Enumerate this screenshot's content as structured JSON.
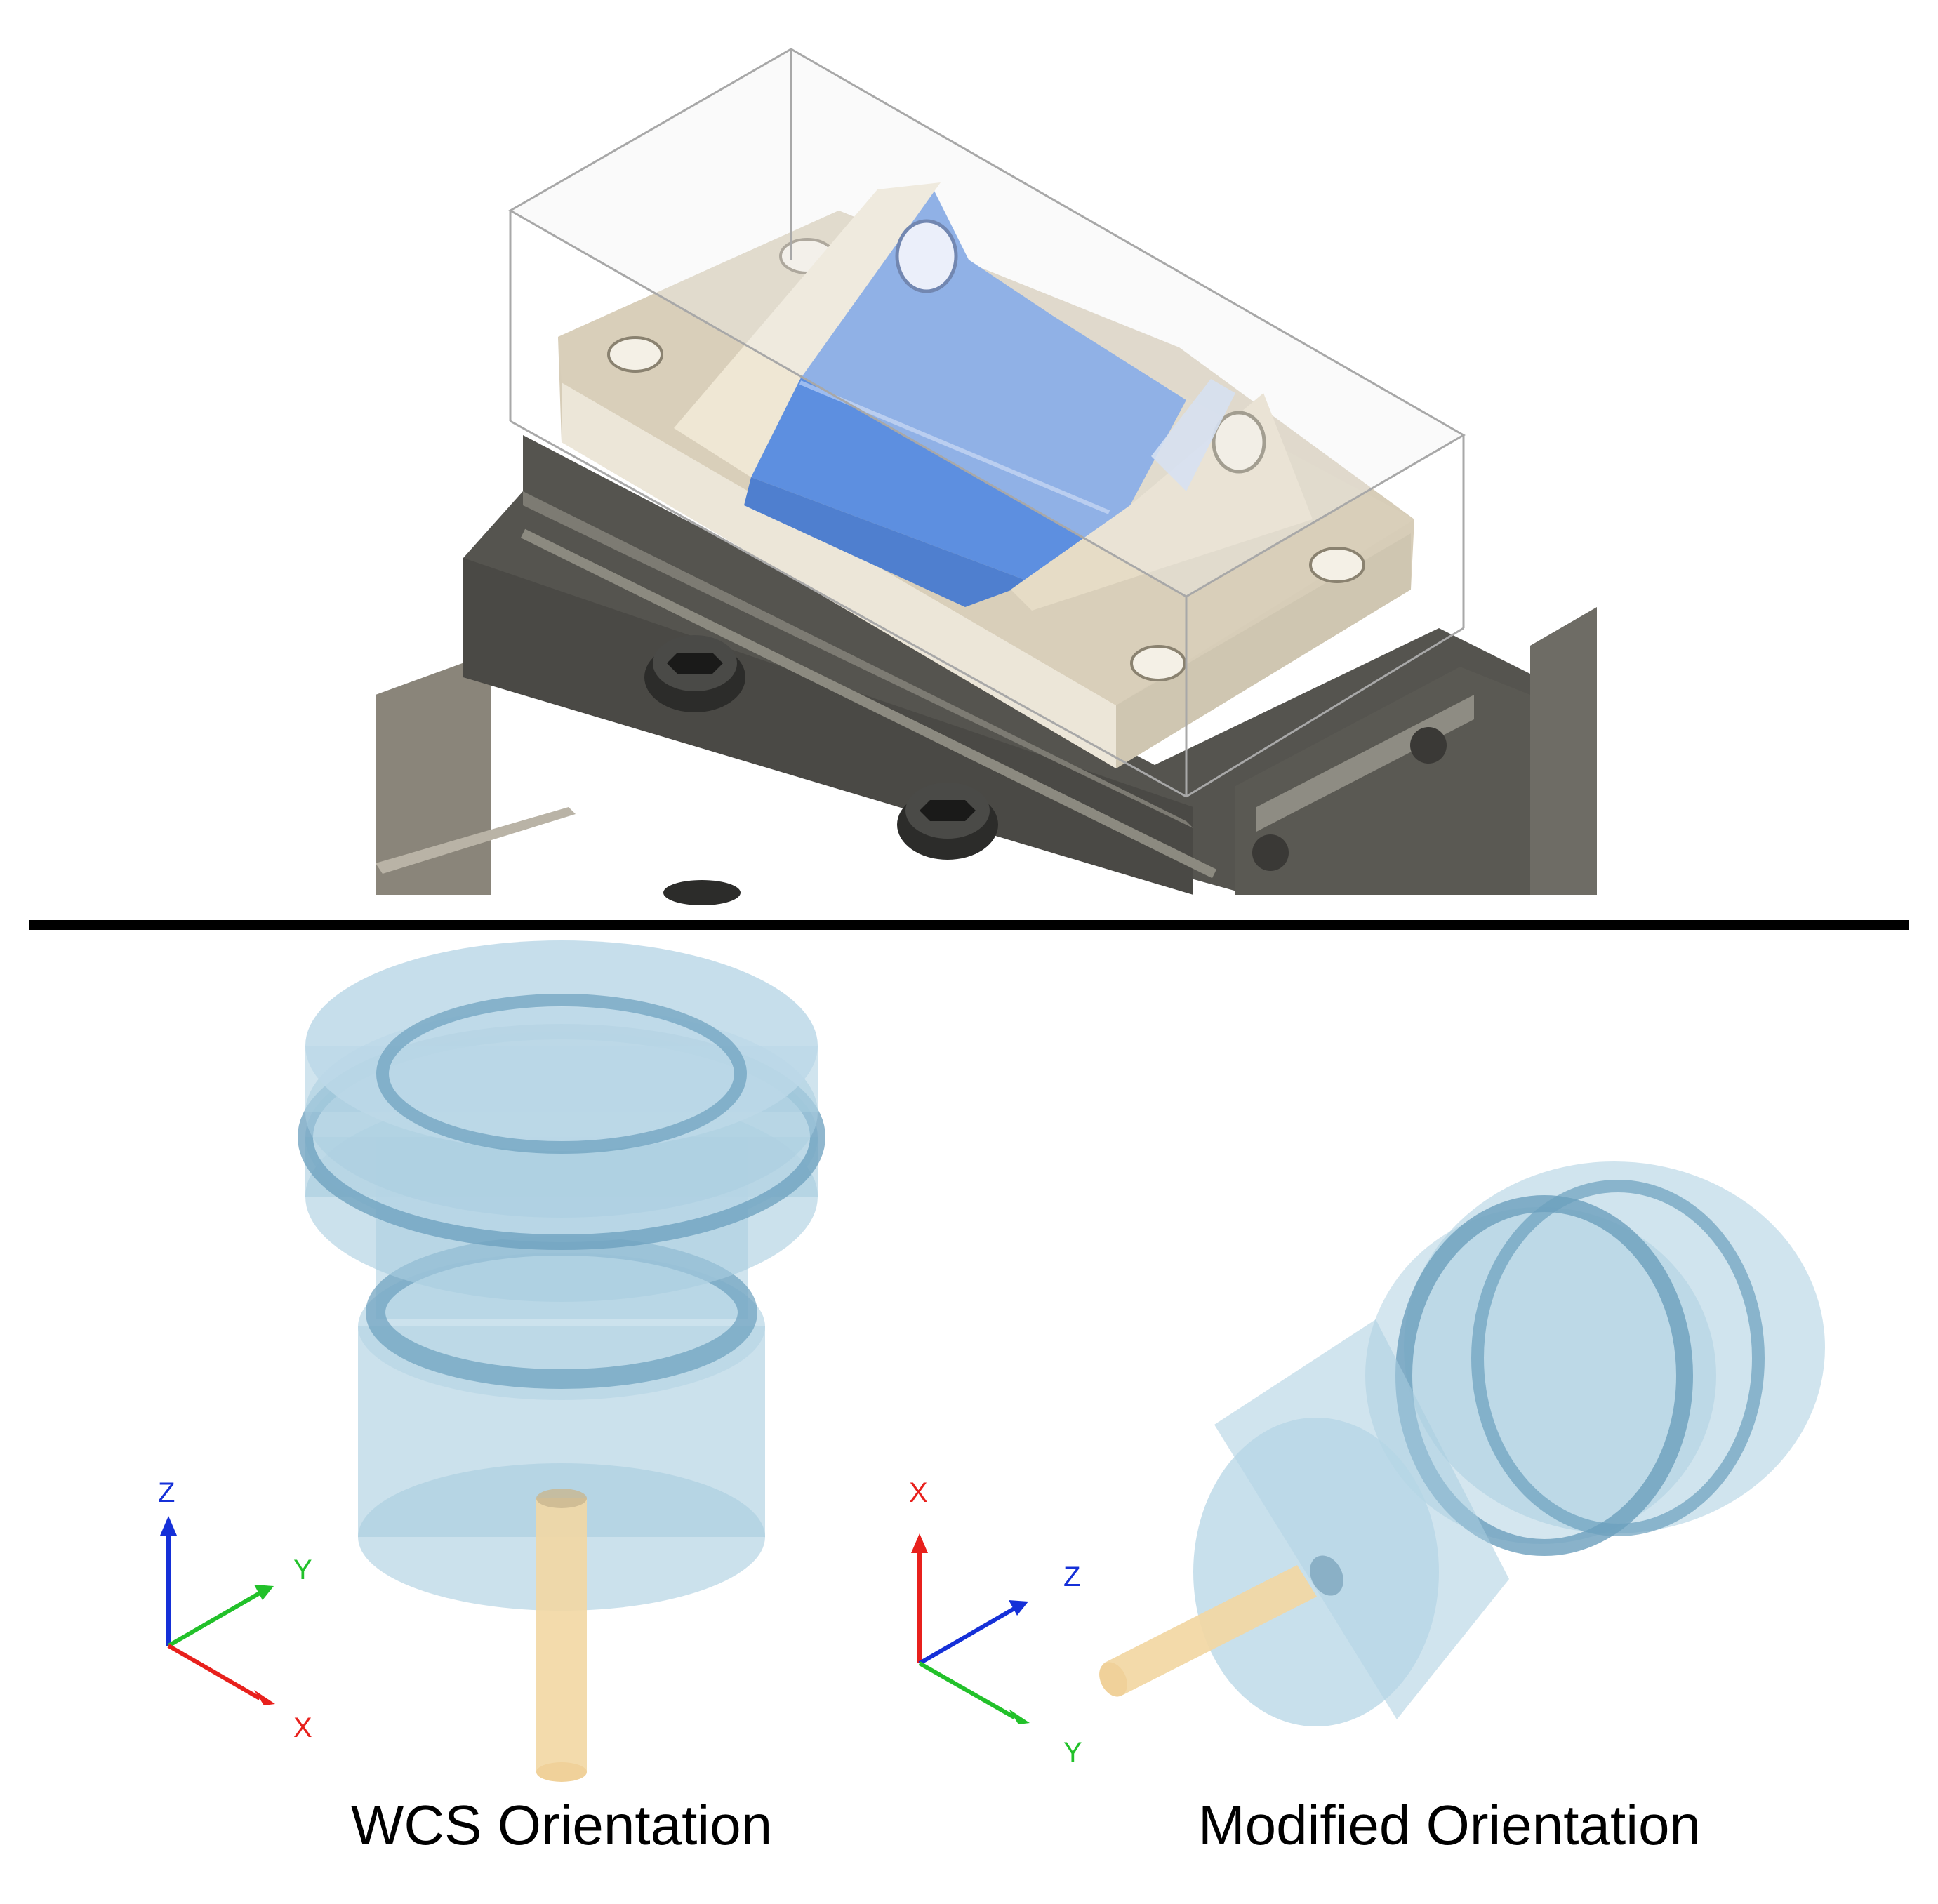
{
  "colors": {
    "x_axis": "#e8201c",
    "y_axis": "#22c12a",
    "z_axis": "#1530d8",
    "part_blue": "#5d8fe0",
    "part_beige": "#e6dcc8",
    "vise_gray": "#5c5b55",
    "tool_blue": "#a9cde0",
    "tool_pin": "#f2d7a3",
    "divider": "#000000"
  },
  "wcs_triad": {
    "z_label": "Z",
    "y_label": "Y",
    "x_label": "X"
  },
  "modified_triad": {
    "x_label": "X",
    "z_label": "Z",
    "y_label": "Y"
  },
  "captions": {
    "left": "WCS Orientation",
    "right": "Modified Orientation"
  }
}
